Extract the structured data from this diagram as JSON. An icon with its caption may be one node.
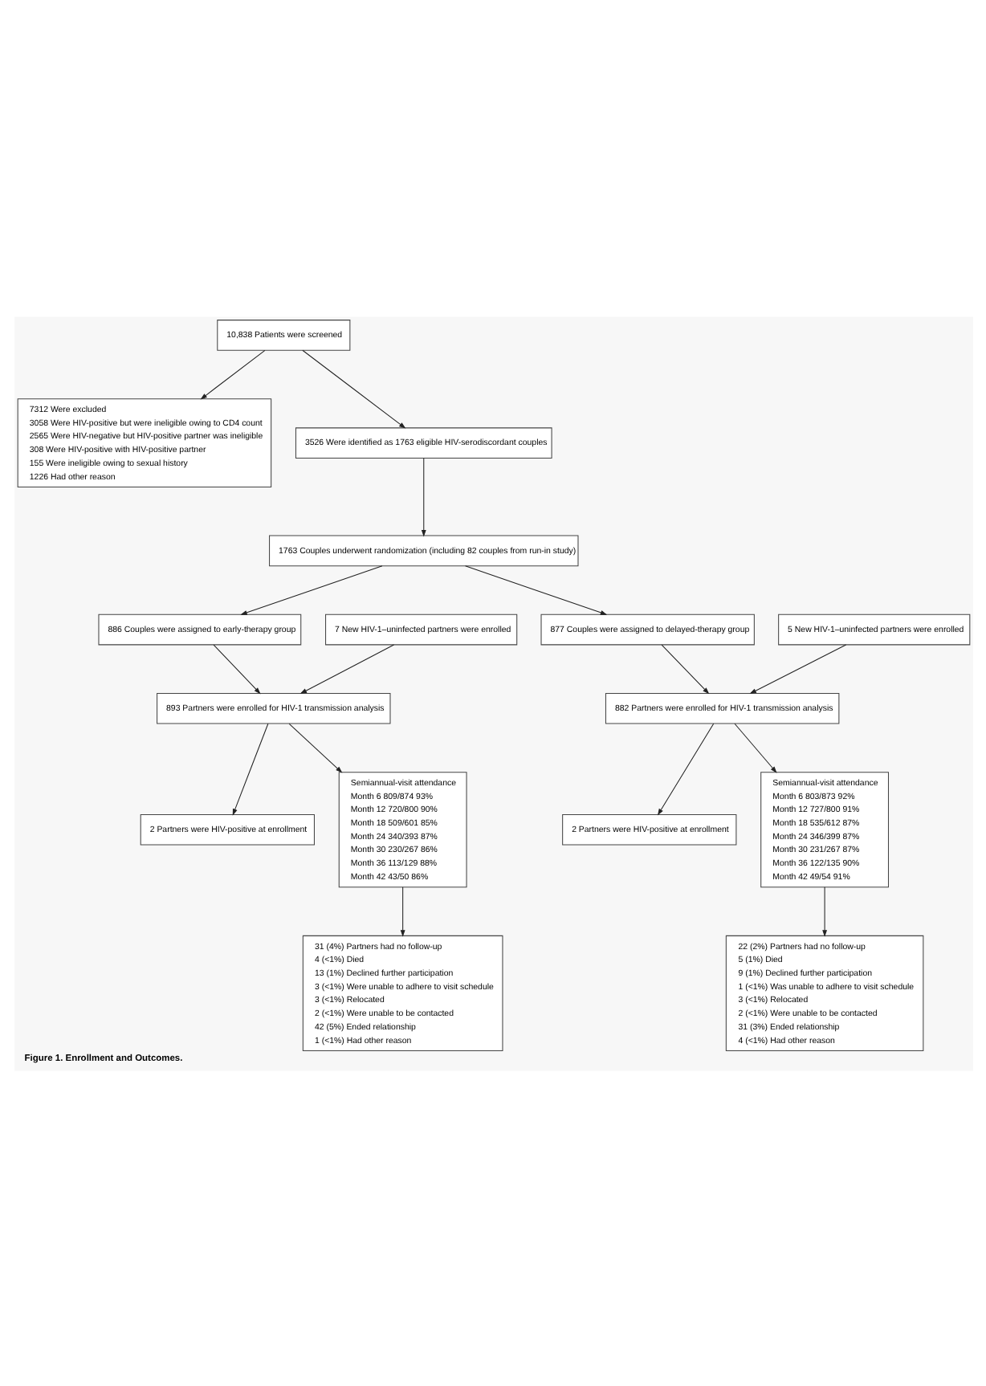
{
  "diagram": {
    "caption": "Figure 1. Enrollment and Outcomes.",
    "nodes": [
      {
        "text": [
          "10,838 Patients were screened"
        ]
      },
      {
        "text": [
          "7312 Were excluded",
          "3058 Were HIV-positive but were ineligible owing to CD4 count",
          "2565 Were HIV-negative but HIV-positive partner was ineligible",
          "308 Were HIV-positive with HIV-positive partner",
          "155 Were ineligible owing to sexual history",
          "1226 Had other reason"
        ]
      },
      {
        "text": [
          "3526 Were identified as 1763 eligible HIV-serodiscordant couples"
        ]
      },
      {
        "text": [
          "1763 Couples underwent randomization (including 82 couples from run-in study)"
        ]
      },
      {
        "text": [
          "886 Couples were assigned to early-therapy group"
        ]
      },
      {
        "text": [
          "877 Couples were assigned to delayed-therapy group"
        ]
      },
      {
        "text": [
          "7 New HIV-1–uninfected partners were enrolled"
        ]
      },
      {
        "text": [
          "5 New HIV-1–uninfected partners were enrolled"
        ]
      },
      {
        "text": [
          "893 Partners were enrolled for HIV-1 transmission analysis"
        ]
      },
      {
        "text": [
          "882 Partners were enrolled for HIV-1 transmission analysis"
        ]
      },
      {
        "text": [
          "2 Partners were HIV-positive at enrollment"
        ]
      },
      {
        "text": [
          "2 Partners were HIV-positive at enrollment"
        ]
      },
      {
        "text": [
          "Semiannual-visit attendance",
          "Month 6 809/874 93%",
          "Month 12 720/800 90%",
          "Month 18 509/601 85%",
          "Month 24 340/393 87%",
          "Month 30 230/267 86%",
          "Month 36 113/129 88%",
          "Month 42 43/50 86%"
        ]
      },
      {
        "text": [
          "Semiannual-visit attendance",
          "Month 6 803/873 92%",
          "Month 12 727/800 91%",
          "Month 18 535/612 87%",
          "Month 24 346/399 87%",
          "Month 30 231/267 87%",
          "Month 36 122/135 90%",
          "Month 42 49/54 91%"
        ]
      },
      {
        "text": [
          "31 (4%) Partners had no follow-up",
          "4 (<1%) Died",
          "13 (1%) Declined further participation",
          "3 (<1%) Were unable to adhere to visit schedule",
          "3 (<1%) Relocated",
          "2 (<1%) Were unable to be contacted",
          "42 (5%) Ended relationship",
          "1 (<1%) Had other reason"
        ]
      },
      {
        "text": [
          "22 (2%) Partners had no follow-up",
          "5 (1%) Died",
          "9 (1%) Declined further participation",
          "1 (<1%) Was unable to adhere to visit schedule",
          "3 (<1%) Relocated",
          "2 (<1%) Were unable to be contacted",
          "31 (3%) Ended relationship",
          "4 (<1%) Had other reason"
        ]
      }
    ],
    "edges": [
      {
        "from": 0,
        "to": 2,
        "arrow": "to"
      },
      {
        "from": 0,
        "to": 1,
        "arrow": "to"
      },
      {
        "from": 2,
        "to": 3,
        "arrow": "to"
      },
      {
        "from": 3,
        "to": 4,
        "arrow": "to"
      },
      {
        "from": 3,
        "to": 5,
        "arrow": "to"
      },
      {
        "from": 4,
        "to": 8,
        "arrow": "to"
      },
      {
        "from": 6,
        "to": 8,
        "arrow": "to"
      },
      {
        "from": 5,
        "to": 9,
        "arrow": "to"
      },
      {
        "from": 7,
        "to": 9,
        "arrow": "to"
      },
      {
        "from": 8,
        "to": 12,
        "arrow": "to"
      },
      {
        "from": 8,
        "to": 10,
        "arrow": "to"
      },
      {
        "from": 9,
        "to": 13,
        "arrow": "to"
      },
      {
        "from": 9,
        "to": 11,
        "arrow": "to"
      },
      {
        "from": 12,
        "to": 14,
        "arrow": "to"
      },
      {
        "from": 13,
        "to": 15,
        "arrow": "to"
      }
    ]
  }
}
